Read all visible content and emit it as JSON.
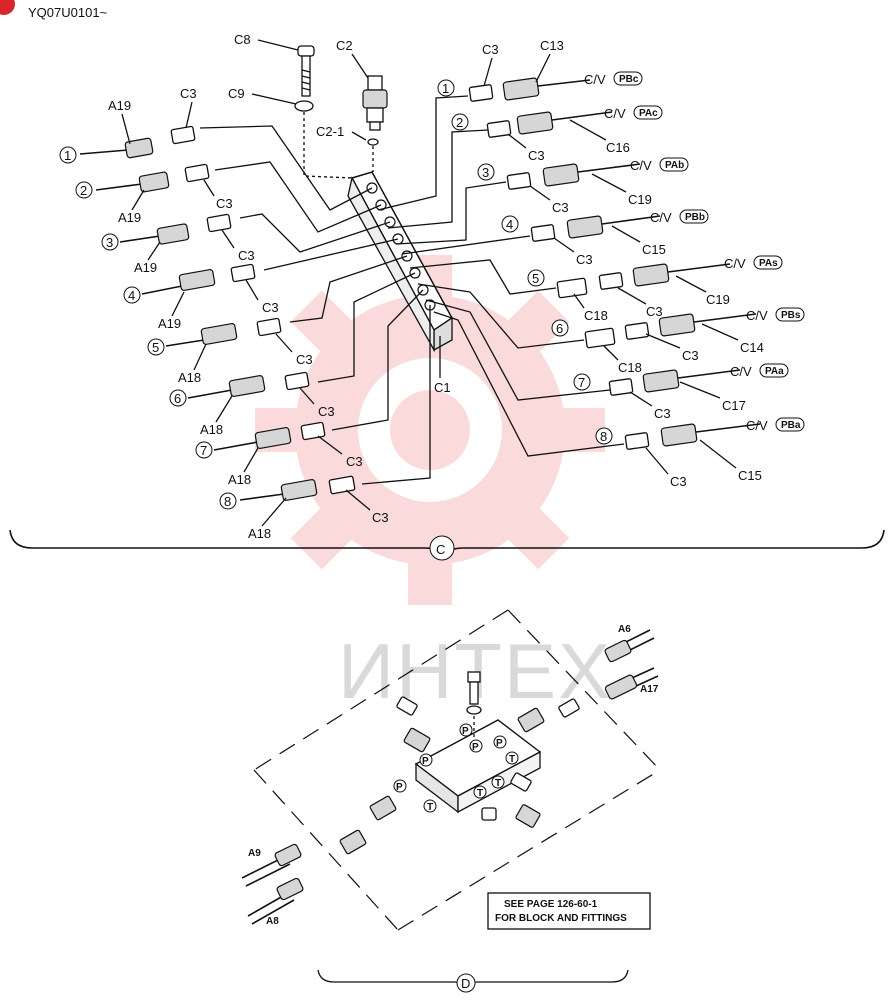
{
  "header": {
    "code": "YQ07U0101~"
  },
  "watermark": {
    "text": "ИНТЕХ"
  },
  "labels": {
    "C8": "C8",
    "C9": "C9",
    "C2": "C2",
    "C2_1": "C2-1",
    "C1": "C1",
    "C13": "C13",
    "C16": "C16",
    "C19": "C19",
    "C15": "C15",
    "C18": "C18",
    "C14": "C14",
    "C17": "C17",
    "A19": "A19",
    "A18": "A18",
    "C3": "C3",
    "CV": "C/V"
  },
  "left_ports": [
    "1",
    "2",
    "3",
    "4",
    "5",
    "6",
    "7",
    "8"
  ],
  "right_ports": [
    "1",
    "2",
    "3",
    "4",
    "5",
    "6",
    "7",
    "8"
  ],
  "right_codes": [
    "PBc",
    "PAc",
    "PAb",
    "PBb",
    "PAs",
    "PBs",
    "PAa",
    "PBa"
  ],
  "section_c": {
    "label": "C"
  },
  "section_d": {
    "label": "D",
    "hoses": {
      "a6": "A6",
      "a17": "A17",
      "a9": "A9",
      "a8": "A8"
    },
    "port_p": "P",
    "port_t": "T",
    "note_line1": "SEE PAGE 126-60-1",
    "note_line2": "FOR BLOCK AND FITTINGS"
  }
}
